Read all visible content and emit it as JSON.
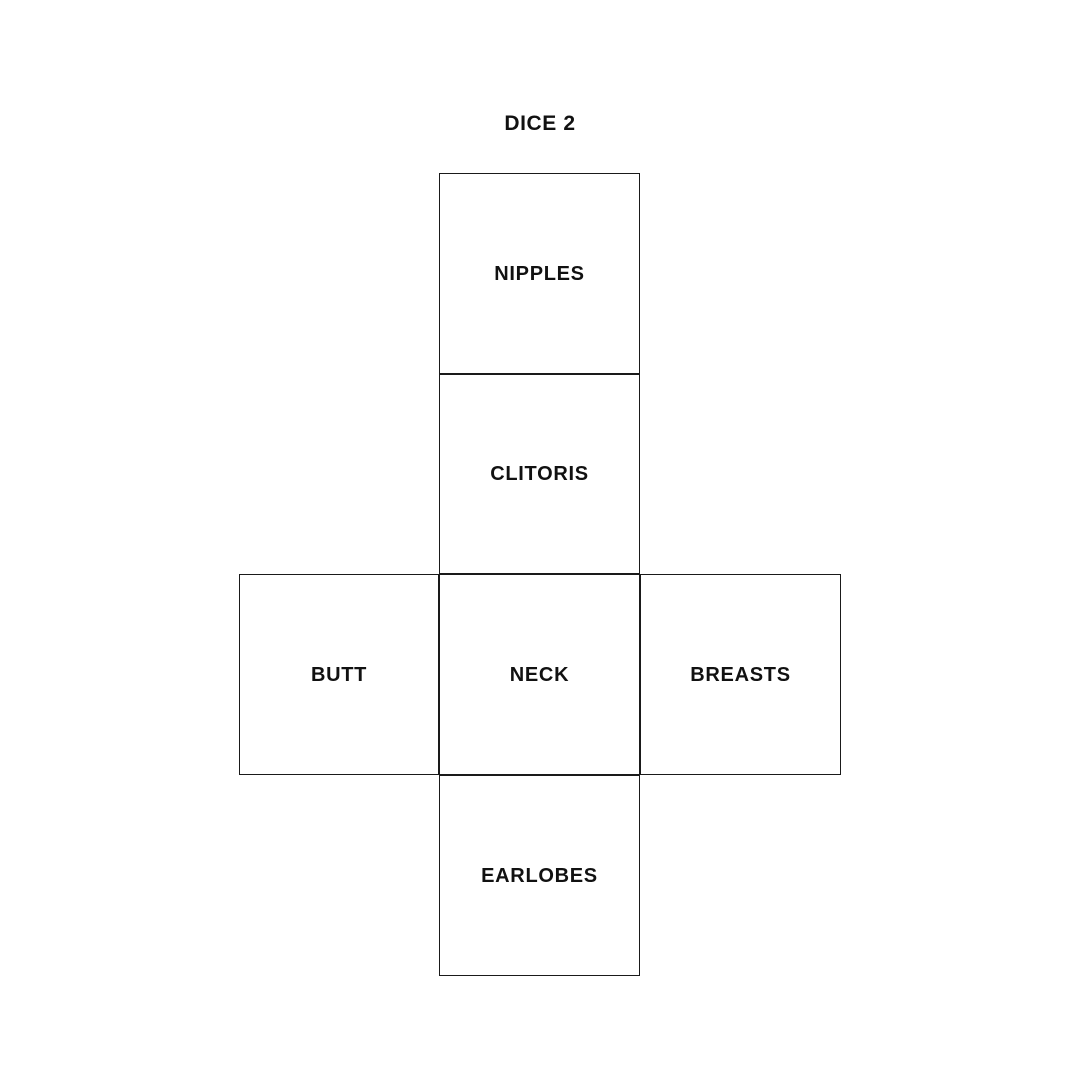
{
  "page": {
    "title": "DICE 2",
    "background_color": "#ffffff",
    "text_color": "#111111",
    "border_color": "#1a1a1a"
  },
  "dice_net": {
    "shape": "cube-net-cross",
    "faces": [
      {
        "position": "top",
        "label": "NIPPLES"
      },
      {
        "position": "upper-middle",
        "label": "CLITORIS"
      },
      {
        "position": "left",
        "label": "BUTT"
      },
      {
        "position": "center",
        "label": "NECK"
      },
      {
        "position": "right",
        "label": "BREASTS"
      },
      {
        "position": "bottom",
        "label": "EARLOBES"
      }
    ]
  }
}
